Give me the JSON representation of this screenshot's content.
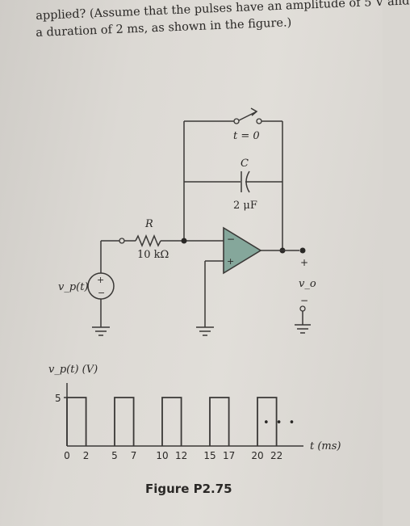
{
  "problem_text": {
    "line1": "applied? (Assume that the pulses have an amplitude of 5 V and",
    "line2": "a duration of 2 ms, as shown in the figure.)"
  },
  "circuit": {
    "switch_label": "t = 0",
    "capacitor_name": "C",
    "capacitor_value": "2 μF",
    "resistor_name": "R",
    "resistor_value": "10 kΩ",
    "source_label": "v_p(t)",
    "source_plus": "+",
    "source_minus": "−",
    "opamp_plus": "+",
    "opamp_minus": "−",
    "output_label": "v_o",
    "output_plus": "+",
    "output_minus": "−"
  },
  "pulse_plot": {
    "ylabel": "v_p(t) (V)",
    "xlabel": "t (ms)",
    "y_tick": "5",
    "amplitude_V": 5,
    "pulse_width_ms": 2,
    "pulses": [
      {
        "start": 0,
        "end": 2
      },
      {
        "start": 5,
        "end": 7
      },
      {
        "start": 10,
        "end": 12
      },
      {
        "start": 15,
        "end": 17
      },
      {
        "start": 20,
        "end": 22
      }
    ],
    "x_ticks": [
      "0",
      "2",
      "5",
      "7",
      "10",
      "12",
      "15",
      "17",
      "20",
      "22"
    ],
    "ellipsis": "• • •"
  },
  "caption": "Figure P2.75"
}
